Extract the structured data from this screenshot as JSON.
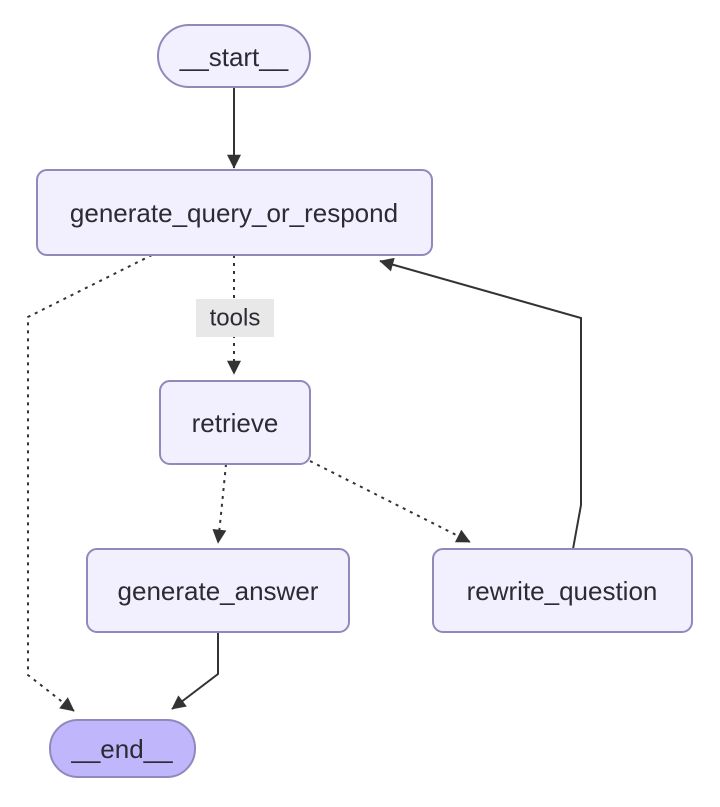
{
  "diagram": {
    "type": "flowchart",
    "direction": "top-down",
    "nodes": {
      "start": {
        "label": "__start__",
        "shape": "stadium"
      },
      "generate_query_or_respond": {
        "label": "generate_query_or_respond",
        "shape": "rounded-rect"
      },
      "retrieve": {
        "label": "retrieve",
        "shape": "rounded-rect"
      },
      "generate_answer": {
        "label": "generate_answer",
        "shape": "rounded-rect"
      },
      "rewrite_question": {
        "label": "rewrite_question",
        "shape": "rounded-rect"
      },
      "end": {
        "label": "__end__",
        "shape": "stadium"
      }
    },
    "edge_labels": {
      "tools": "tools"
    },
    "edges": [
      {
        "from": "__start__",
        "to": "generate_query_or_respond",
        "style": "solid"
      },
      {
        "from": "generate_query_or_respond",
        "to": "retrieve",
        "style": "dotted",
        "label": "tools"
      },
      {
        "from": "generate_query_or_respond",
        "to": "__end__",
        "style": "dotted"
      },
      {
        "from": "retrieve",
        "to": "generate_answer",
        "style": "dotted"
      },
      {
        "from": "retrieve",
        "to": "rewrite_question",
        "style": "dotted"
      },
      {
        "from": "rewrite_question",
        "to": "generate_query_or_respond",
        "style": "solid"
      },
      {
        "from": "generate_answer",
        "to": "__end__",
        "style": "solid"
      }
    ],
    "colors": {
      "background": "#ffffff",
      "node_fill": "#f2f0ff",
      "node_border": "#9188bb",
      "end_node_fill": "#bfb6fc",
      "edge": "#333333",
      "text": "#2b2b33",
      "edge_label_bg": "#e8e8e8"
    }
  }
}
